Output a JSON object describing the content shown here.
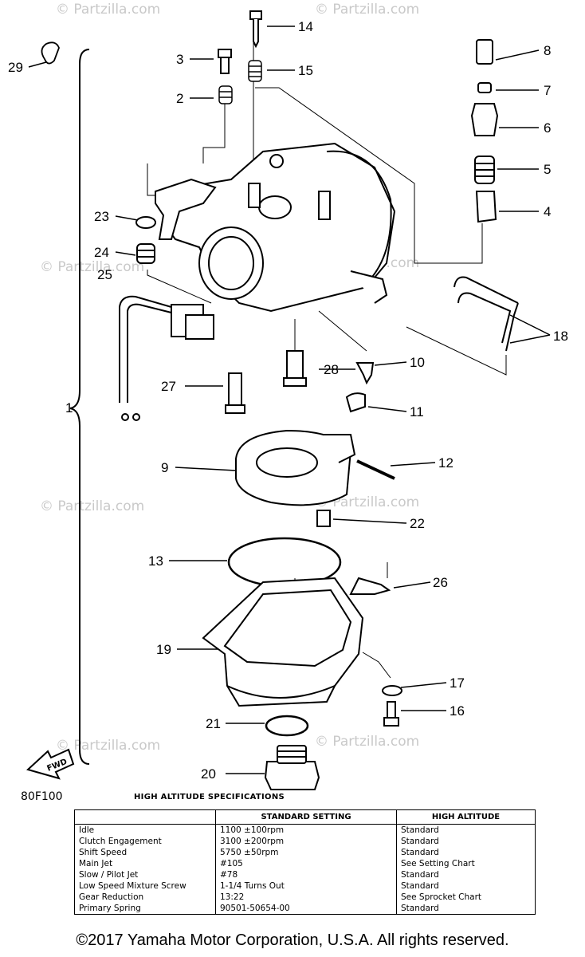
{
  "watermark": "© Partzilla.com",
  "figure_code": "80F100",
  "fwd_label": "FWD",
  "callouts": [
    "1",
    "2",
    "3",
    "4",
    "5",
    "6",
    "7",
    "8",
    "9",
    "10",
    "11",
    "12",
    "13",
    "14",
    "15",
    "16",
    "17",
    "18",
    "19",
    "20",
    "21",
    "22",
    "23",
    "24",
    "25",
    "26",
    "27",
    "28",
    "29"
  ],
  "spec_table": {
    "title": "HIGH ALTITUDE SPECIFICATIONS",
    "headers": [
      "",
      "STANDARD SETTING",
      "HIGH ALTITUDE"
    ],
    "rows": [
      [
        "Idle",
        "1100 ±100rpm",
        "Standard"
      ],
      [
        "Clutch Engagement",
        "3100 ±200rpm",
        "Standard"
      ],
      [
        "Shift Speed",
        "5750 ±50rpm",
        "Standard"
      ],
      [
        "Main Jet",
        "#105",
        "See Setting Chart"
      ],
      [
        "Slow / Pilot Jet",
        "#78",
        "Standard"
      ],
      [
        "Low Speed Mixture Screw",
        "1-1/4 Turns Out",
        "Standard"
      ],
      [
        "Gear Reduction",
        "13:22",
        "See Sprocket Chart"
      ],
      [
        "Primary Spring",
        "90501-50654-00",
        "Standard"
      ]
    ]
  },
  "copyright": "©2017 Yamaha Motor Corporation, U.S.A. All rights reserved."
}
